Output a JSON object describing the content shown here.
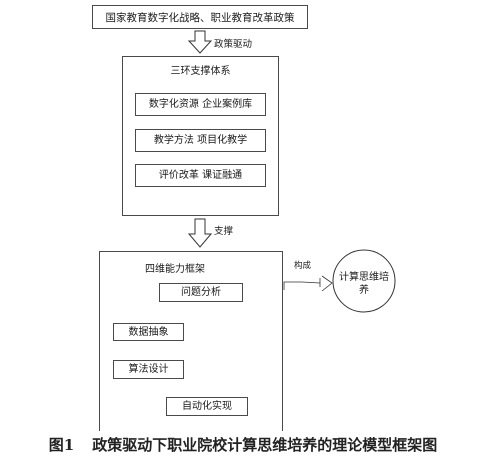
{
  "diagram": {
    "top_box": "国家教育数字化战略、职业教育改革政策",
    "arrow1_label": "政策驱动",
    "support_system": {
      "title": "三环支撑体系",
      "items": [
        "数字化资源 企业案例库",
        "教学方法 项目化教学",
        "评价改革 课证融通"
      ]
    },
    "arrow2_label": "支撑",
    "ability_framework": {
      "title": "四维能力框架",
      "steps": [
        "问题分析",
        "数据抽象",
        "算法设计",
        "自动化实现"
      ]
    },
    "compose_label": "构成",
    "goal": "计算思维培养"
  },
  "caption": {
    "number": "图1",
    "text": "政策驱动下职业院校计算思维培养的理论模型框架图"
  }
}
